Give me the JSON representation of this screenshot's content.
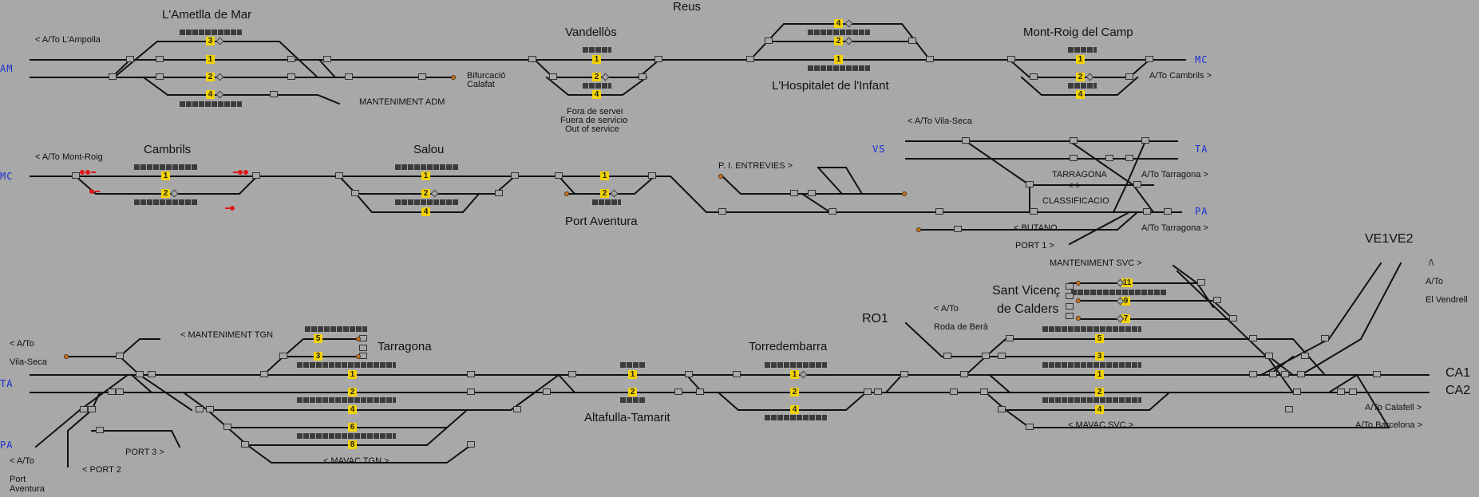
{
  "stations": {
    "lametlla": "L'Ametlla de Mar",
    "vandellos": "Vandellòs",
    "reus": "Reus",
    "hospitalet": "L'Hospitalet de l'Infant",
    "montroig": "Mont-Roig del Camp",
    "cambrils": "Cambrils",
    "salou": "Salou",
    "port_aventura": "Port Aventura",
    "tarragona": "Tarragona",
    "altafulla": "Altafulla-Tamarit",
    "torredembarra": "Torredembarra",
    "sant_vicenc_1": "Sant Vicenç",
    "sant_vicenc_2": "de Calders",
    "ro1": "RO1",
    "ve": "VE1VE2",
    "ca1": "CA1",
    "ca2": "CA2"
  },
  "labels": {
    "to_ampolla": "< A/To L'Ampolla",
    "bif_1": "Bifurcació",
    "bif_2": "Calafat",
    "mant_adm": "MANTENIMENT ADM",
    "fora_1": "Fora de servei",
    "fora_2": "Fuera de servicio",
    "fora_3": "Out of service",
    "to_cambrils": "A/To Cambrils >",
    "to_montroig": "< A/To Mont-Roig",
    "pi_entrevies": "P. I. ENTREVIES >",
    "to_vilaseca_top": "< A/To Vila-Seca",
    "tarragona_upper": "TARRAGONA",
    "arrows": "< >",
    "classificacio": "CLASSIFICACIO",
    "to_tarragona_1": "A/To Tarragona >",
    "to_tarragona_2": "A/To Tarragona >",
    "butano": "< BUTANO",
    "port1": "PORT 1 >",
    "mant_svc": "MANTENIMENT SVC >",
    "up_arrow": "/\\",
    "to_vendrell_1": "A/To",
    "to_vendrell_2": "El Vendrell",
    "to_roda_1": "< A/To",
    "to_roda_2": "Roda de Berà",
    "mant_tgn": "< MANTENIMENT TGN",
    "to_vilaseca_1": "< A/To",
    "to_vilaseca_2": "Vila-Seca",
    "to_portav_1": "< A/To",
    "to_portav_2": "Port",
    "to_portav_3": "Aventura",
    "port2": "< PORT 2",
    "port3": "PORT 3 >",
    "mavac_tgn": "< MAVAC TGN >",
    "mavac_svc": "< MAVAC SVC >",
    "to_calafell": "A/To Calafell >",
    "to_barcelona": "A/To Barcelona >"
  },
  "tags": {
    "am": "AM",
    "mc_right": "MC",
    "mc_left": "MC",
    "vs": "VS",
    "ta_right": "TA",
    "pa_right": "PA",
    "ta_left": "TA",
    "pa_left": "PA"
  },
  "tracks": {
    "lam": [
      "3",
      "1",
      "2",
      "4"
    ],
    "van": [
      "1",
      "2",
      "4"
    ],
    "hos": [
      "4",
      "2",
      "1"
    ],
    "mro": [
      "1",
      "2",
      "4"
    ],
    "cam": [
      "1",
      "2"
    ],
    "sal": [
      "1",
      "2",
      "4"
    ],
    "pav": [
      "1",
      "2"
    ],
    "tgn": [
      "5",
      "3",
      "1",
      "2",
      "4",
      "6",
      "8"
    ],
    "alt": [
      "1",
      "2"
    ],
    "tor": [
      "1",
      "2",
      "4"
    ],
    "svc": [
      "11",
      "9",
      "7",
      "5",
      "3",
      "1",
      "2",
      "4"
    ]
  },
  "colors": {
    "background": "#a8a8a8",
    "track": "#111111",
    "platform": "#3c3c3c",
    "track_number": "#f2d300",
    "tag_blue": "#1a2fd0",
    "signal_red": "#e01818",
    "buffer_orange": "#c8741e"
  }
}
